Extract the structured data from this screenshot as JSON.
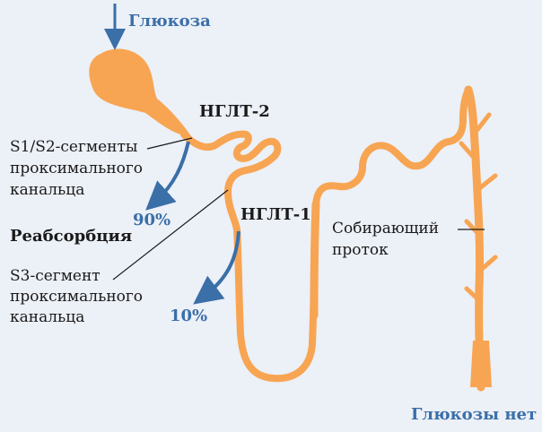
{
  "diagram": {
    "colors": {
      "background": "#ecf0f7",
      "tubule": "#f7a552",
      "arrow": "#3a6fa8",
      "text": "#1a1a1a",
      "label_blue": "#3a6fa8"
    },
    "labels": {
      "glucose_in": "Глюкоза",
      "sglt2": "НГЛТ-2",
      "s1s2_line1": "S1/S2-сегменты",
      "s1s2_line2": "проксимального",
      "s1s2_line3": "канальца",
      "pct90": "90%",
      "reabsorption": "Реабсорбция",
      "sglt1": "НГЛТ-1",
      "collecting_line1": "Собирающий",
      "collecting_line2": "проток",
      "s3_line1": "S3-сегмент",
      "s3_line2": "проксимального",
      "s3_line3": "канальца",
      "pct10": "10%",
      "no_glucose": "Глюкозы нет"
    }
  }
}
